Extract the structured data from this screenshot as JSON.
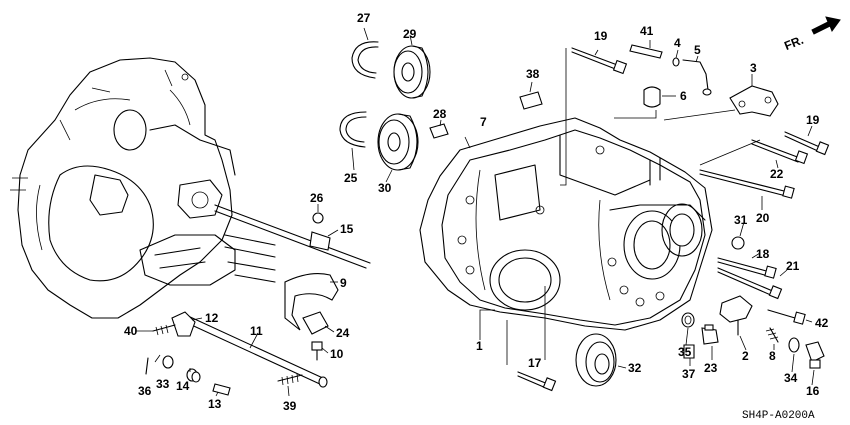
{
  "diagram_code": "SH4P-A0200A",
  "direction_label": "FR.",
  "callouts": [
    {
      "id": "c27",
      "label": "27"
    },
    {
      "id": "c29",
      "label": "29"
    },
    {
      "id": "c25",
      "label": "25"
    },
    {
      "id": "c28",
      "label": "28"
    },
    {
      "id": "c30",
      "label": "30"
    },
    {
      "id": "c26",
      "label": "26"
    },
    {
      "id": "c15",
      "label": "15"
    },
    {
      "id": "c9",
      "label": "9"
    },
    {
      "id": "c24",
      "label": "24"
    },
    {
      "id": "c10",
      "label": "10"
    },
    {
      "id": "c12",
      "label": "12"
    },
    {
      "id": "c11",
      "label": "11"
    },
    {
      "id": "c40",
      "label": "40"
    },
    {
      "id": "c36",
      "label": "36"
    },
    {
      "id": "c33",
      "label": "33"
    },
    {
      "id": "c14",
      "label": "14"
    },
    {
      "id": "c13",
      "label": "13"
    },
    {
      "id": "c39",
      "label": "39"
    },
    {
      "id": "c38",
      "label": "38"
    },
    {
      "id": "c7",
      "label": "7"
    },
    {
      "id": "c1",
      "label": "1"
    },
    {
      "id": "c17",
      "label": "17"
    },
    {
      "id": "c19a",
      "label": "19"
    },
    {
      "id": "c41",
      "label": "41"
    },
    {
      "id": "c4",
      "label": "4"
    },
    {
      "id": "c5",
      "label": "5"
    },
    {
      "id": "c6",
      "label": "6"
    },
    {
      "id": "c3",
      "label": "3"
    },
    {
      "id": "c19b",
      "label": "19"
    },
    {
      "id": "c22",
      "label": "22"
    },
    {
      "id": "c20",
      "label": "20"
    },
    {
      "id": "c31",
      "label": "31"
    },
    {
      "id": "c18",
      "label": "18"
    },
    {
      "id": "c21",
      "label": "21"
    },
    {
      "id": "c42",
      "label": "42"
    },
    {
      "id": "c32",
      "label": "32"
    },
    {
      "id": "c35",
      "label": "35"
    },
    {
      "id": "c23",
      "label": "23"
    },
    {
      "id": "c37",
      "label": "37"
    },
    {
      "id": "c2",
      "label": "2"
    },
    {
      "id": "c8",
      "label": "8"
    },
    {
      "id": "c34",
      "label": "34"
    },
    {
      "id": "c16",
      "label": "16"
    }
  ]
}
